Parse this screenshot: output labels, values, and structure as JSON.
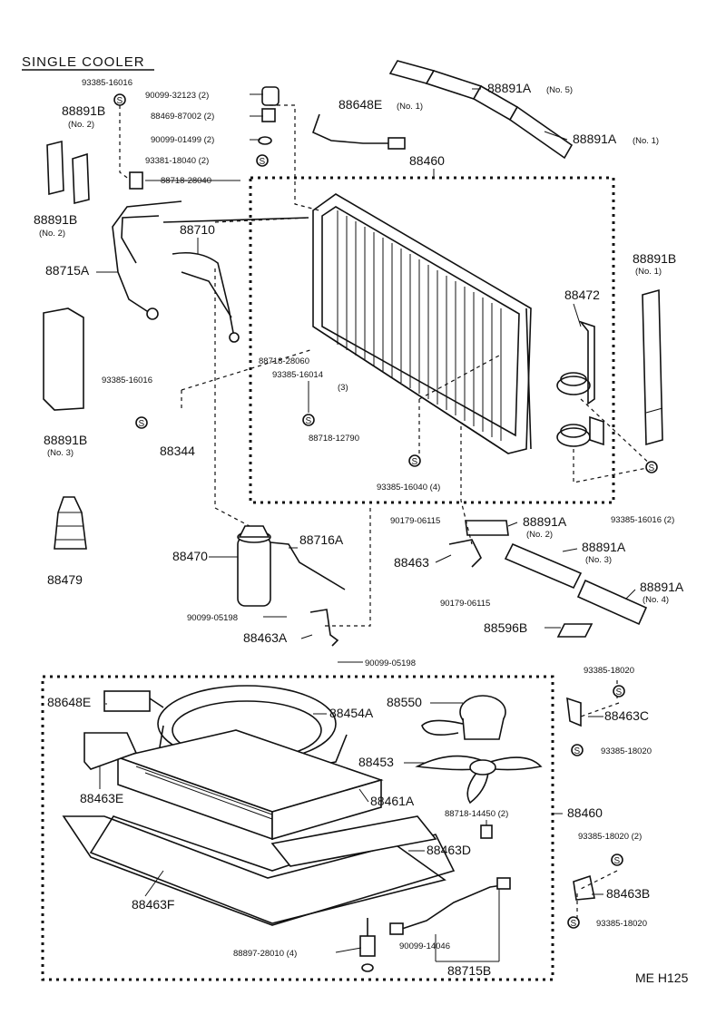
{
  "title": "SINGLE COOLER",
  "code": "ME  H125",
  "callouts": {
    "p93385_16016_top": "93385-16016",
    "p90099_32123": "90099-32123 (2)",
    "p88469_87002": "88469-87002 (2)",
    "p90099_01499": "90099-01499 (2)",
    "p93381_18040": "93381-18040 (2)",
    "p88718_28040": "88718-28040",
    "p88891B_top": "88891B",
    "no2_top": "(No. 2)",
    "p88891B_mid": "88891B",
    "no2_mid": "(No. 2)",
    "p88715A": "88715A",
    "p88710": "88710",
    "p88648E_top": "88648E",
    "no1_88648E": "(No. 1)",
    "p88460_top": "88460",
    "p88891A_no5": "88891A",
    "no5": "(No. 5)",
    "p88891A_no1": "88891A",
    "no1_88891A": "(No. 1)",
    "p88891B_right": "88891B",
    "no1_88891B_right": "(No. 1)",
    "p88472": "88472",
    "p88718_28060": "88718-28060",
    "p93385_16014": "93385-16014",
    "qty3": "(3)",
    "p88718_12790": "88718-12790",
    "p93385_16016_left": "93385-16016",
    "p88344": "88344",
    "p88891B_no3": "88891B",
    "no3_88891B": "(No. 3)",
    "p93385_16040": "93385-16040 (4)",
    "p93385_16016_right": "93385-16016 (2)",
    "p88479": "88479",
    "p88470": "88470",
    "p88716A": "88716A",
    "p90179_06115_top": "90179-06115",
    "p88891A_no2": "88891A",
    "no2_88891A": "(No. 2)",
    "p88463": "88463",
    "p88891A_no3": "88891A",
    "no3_88891A": "(No. 3)",
    "p90179_06115_bot": "90179-06115",
    "p88891A_no4": "88891A",
    "no4_88891A": "(No. 4)",
    "p88596B": "88596B",
    "p90099_05198_left": "90099-05198",
    "p88463A": "88463A",
    "p90099_05198_bot": "90099-05198",
    "p93385_18020_a": "93385-18020",
    "p88463C": "88463C",
    "p93385_18020_b": "93385-18020",
    "p88648E_bot": "88648E",
    "p88454A": "88454A",
    "p88550": "88550",
    "p88453": "88453",
    "p88463E": "88463E",
    "p88461A": "88461A",
    "p88718_14450": "88718-14450 (2)",
    "p88460_bot": "88460",
    "p88463D": "88463D",
    "p93385_18020_2": "93385-18020 (2)",
    "p88463B": "88463B",
    "p88463F": "88463F",
    "p93385_18020_c": "93385-18020",
    "p90099_14046": "90099-14046",
    "p88897_28010": "88897-28010 (4)",
    "p88715B": "88715B"
  },
  "icons": {
    "screw_symbol": "S"
  }
}
